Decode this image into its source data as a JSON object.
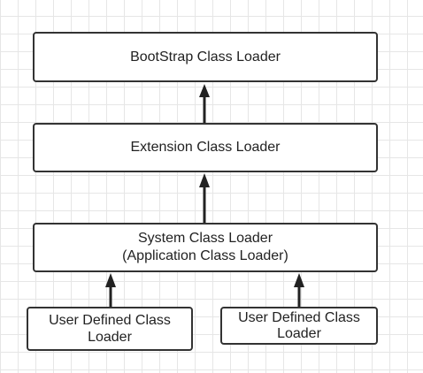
{
  "diagram": {
    "nodes": {
      "bootstrap": {
        "lines": [
          "BootStrap Class Loader"
        ]
      },
      "extension": {
        "lines": [
          "Extension Class Loader"
        ]
      },
      "system": {
        "lines": [
          "System Class Loader",
          "(Application Class Loader)"
        ]
      },
      "user_defined_1": {
        "lines": [
          "User Defined Class",
          "Loader"
        ]
      },
      "user_defined_2": {
        "lines": [
          "User Defined Class",
          "Loader"
        ]
      }
    },
    "edges": [
      {
        "from": "extension",
        "to": "bootstrap"
      },
      {
        "from": "system",
        "to": "extension"
      },
      {
        "from": "user_defined_1",
        "to": "system"
      },
      {
        "from": "user_defined_2",
        "to": "system"
      }
    ],
    "colors": {
      "stroke": "#333333",
      "text": "#222222",
      "grid": "#e6e6e6",
      "background": "#ffffff"
    }
  }
}
